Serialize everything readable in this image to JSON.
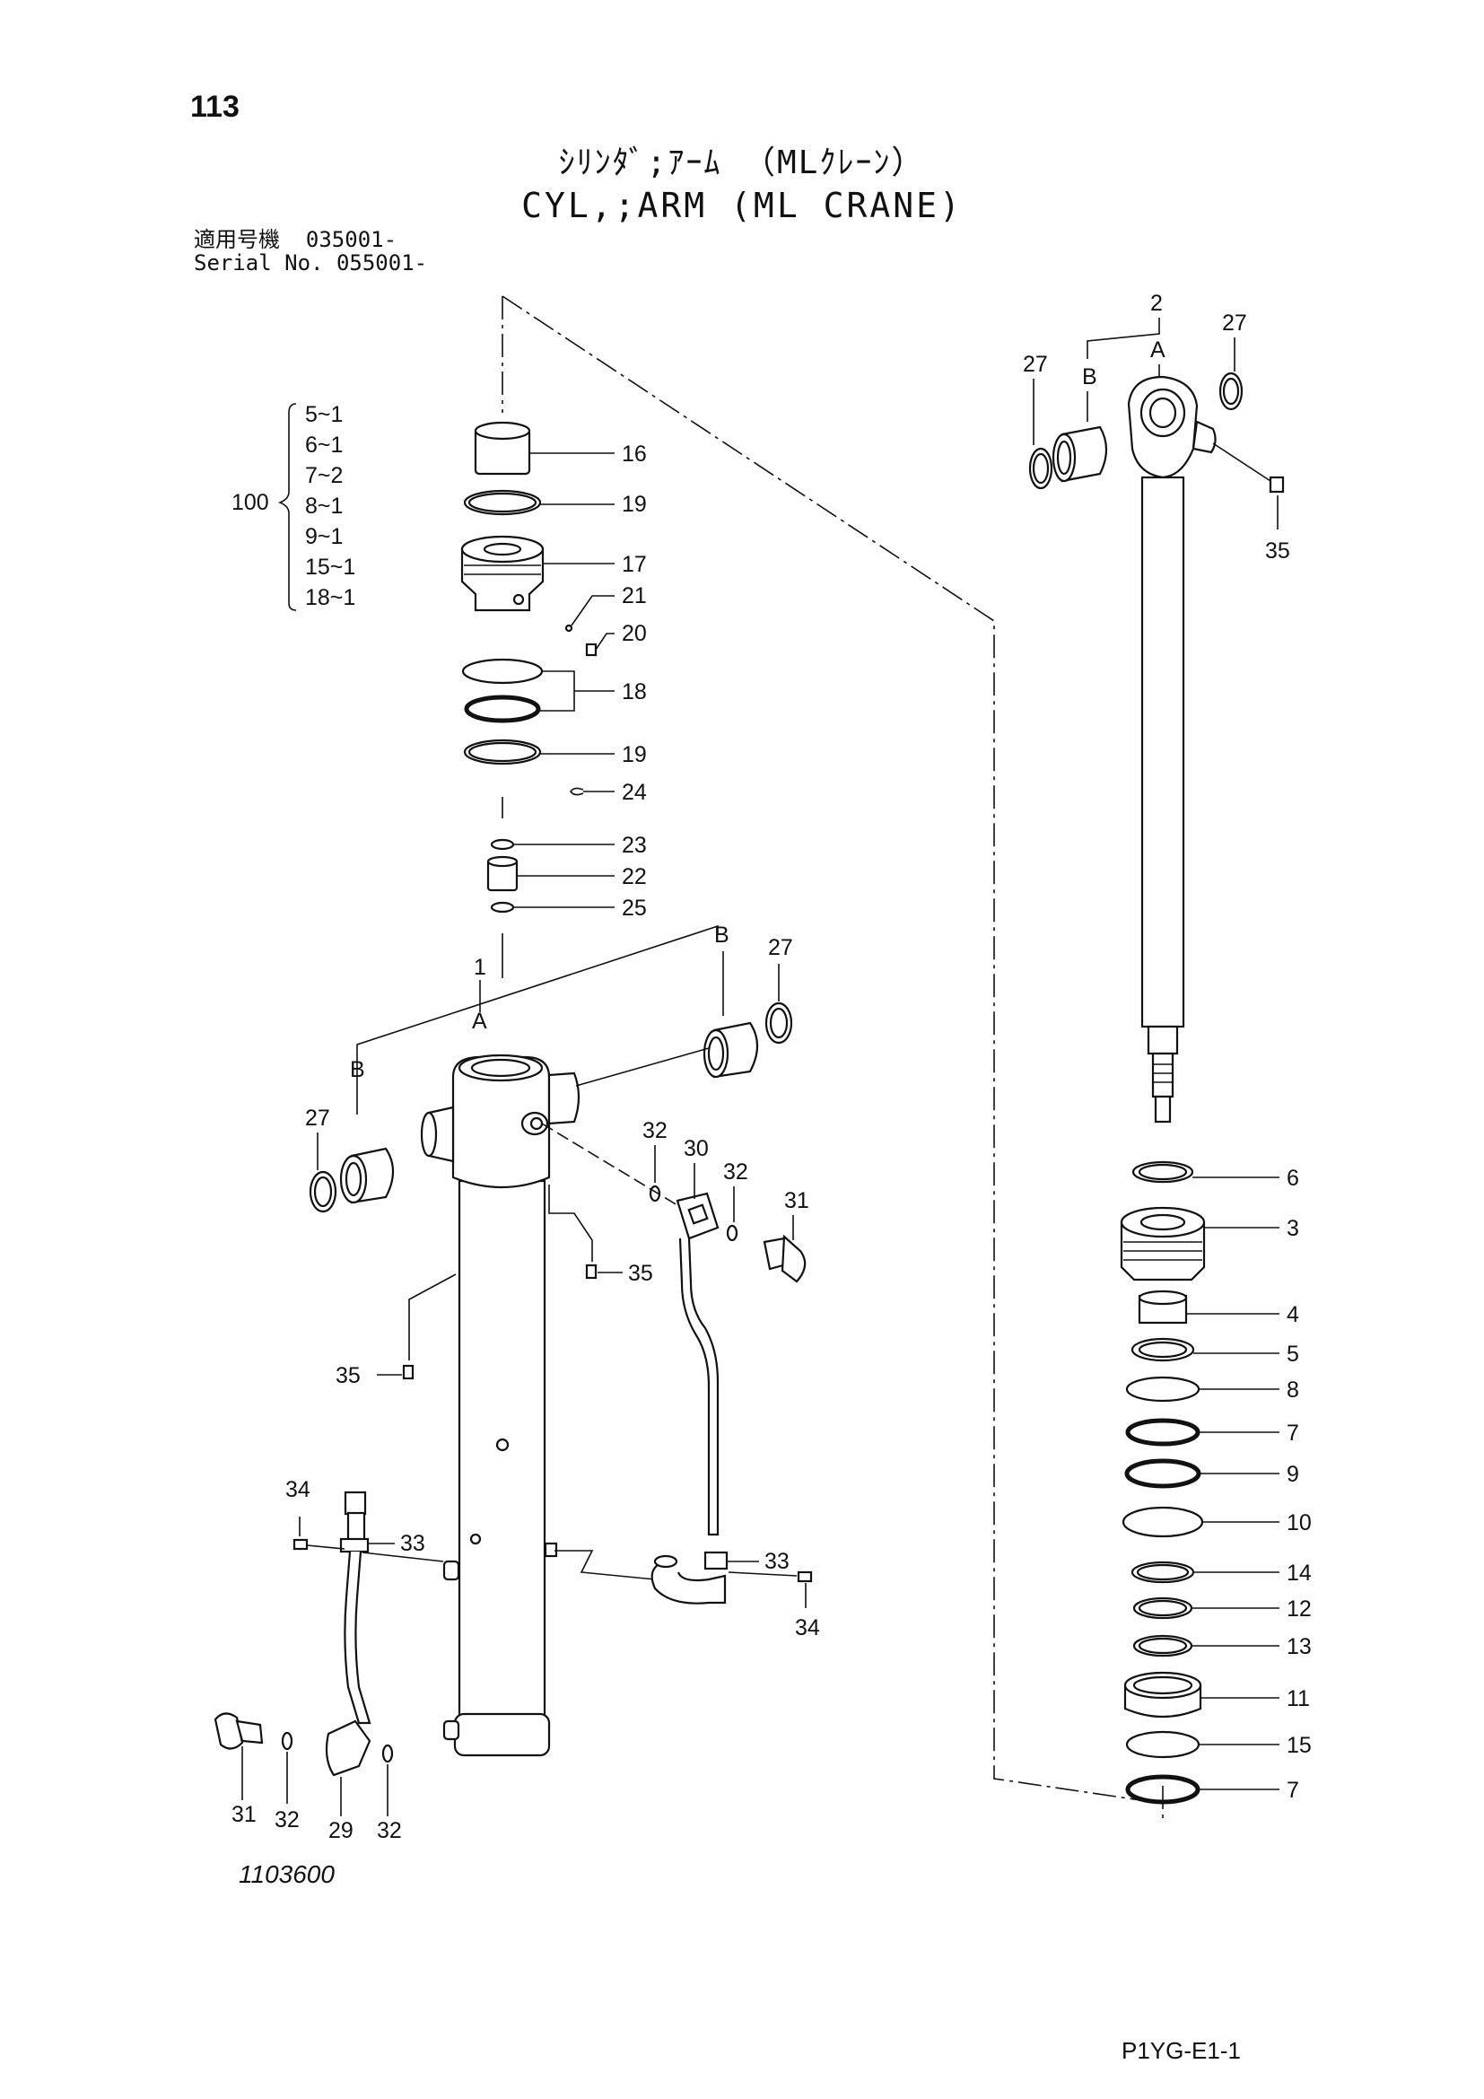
{
  "header": {
    "page_number": "113",
    "title_jp": "ｼﾘﾝﾀﾞ;ｱｰﾑ （MLｸﾚｰﾝ）",
    "title_en": "CYL,;ARM (ML CRANE)",
    "serial_jp": "適用号機  035001-",
    "serial_en": "Serial No. 055001-"
  },
  "kit": {
    "number": "100",
    "items": [
      "5~1",
      "6~1",
      "7~2",
      "8~1",
      "9~1",
      "15~1",
      "18~1"
    ]
  },
  "callouts": {
    "n1": "1",
    "n2": "2",
    "n3": "3",
    "n4": "4",
    "n5": "5",
    "n6": "6",
    "n7": "7",
    "n8": "8",
    "n9": "9",
    "n10": "10",
    "n11": "11",
    "n12": "12",
    "n13": "13",
    "n14": "14",
    "n15": "15",
    "n16": "16",
    "n17": "17",
    "n18": "18",
    "n19": "19",
    "n20": "20",
    "n21": "21",
    "n22": "22",
    "n23": "23",
    "n24": "24",
    "n25": "25",
    "n27": "27",
    "n29": "29",
    "n30": "30",
    "n31": "31",
    "n32": "32",
    "n33": "33",
    "n34": "34",
    "n35": "35",
    "A": "A",
    "B": "B"
  },
  "footer": {
    "drawing_number": "1103600",
    "sheet_code": "P1YG-E1-1"
  }
}
